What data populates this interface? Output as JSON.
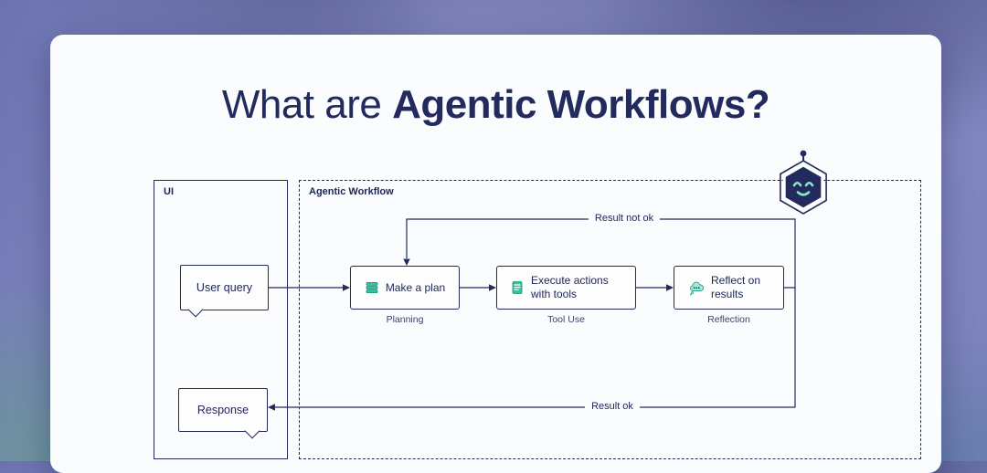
{
  "title": {
    "prefix": "What are ",
    "emphasis": "Agentic Workflows?"
  },
  "ui_panel": {
    "label": "UI",
    "user_query_label": "User query",
    "response_label": "Response"
  },
  "workflow": {
    "label": "Agentic Workflow",
    "nodes": [
      {
        "label": "Make a plan",
        "sublabel": "Planning",
        "icon": "stack-icon"
      },
      {
        "label": "Execute actions with tools",
        "sublabel": "Tool Use",
        "icon": "document-icon"
      },
      {
        "label": "Reflect on results",
        "sublabel": "Reflection",
        "icon": "thought-cloud-icon"
      }
    ],
    "edge_labels": {
      "result_not_ok": "Result not ok",
      "result_ok": "Result ok"
    }
  },
  "colors": {
    "navy": "#232a5c",
    "teal": "#35c1a1",
    "mint": "#86e8c8",
    "card": "#fbfcfe"
  }
}
